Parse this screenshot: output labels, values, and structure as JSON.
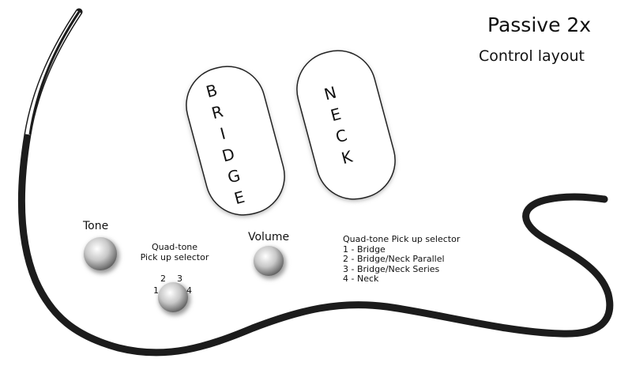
{
  "title": "Passive 2x",
  "subtitle": "Control layout",
  "pickups": {
    "bridge": {
      "label": "BRIDGE",
      "letters": [
        "B",
        "R",
        "I",
        "D",
        "G",
        "E"
      ]
    },
    "neck": {
      "label": "NECK",
      "letters": [
        "N",
        "E",
        "C",
        "K"
      ]
    }
  },
  "controls": {
    "tone": "Tone",
    "volume": "Volume",
    "selector_line1": "Quad-tone",
    "selector_line2": "Pick up selector",
    "positions": [
      "1",
      "2",
      "3",
      "4"
    ]
  },
  "legend": {
    "heading": "Quad-tone Pick up selector",
    "items": [
      "1 - Bridge",
      "2 - Bridge/Neck Parallel",
      "3 - Bridge/Neck Series",
      "4 - Neck"
    ]
  }
}
